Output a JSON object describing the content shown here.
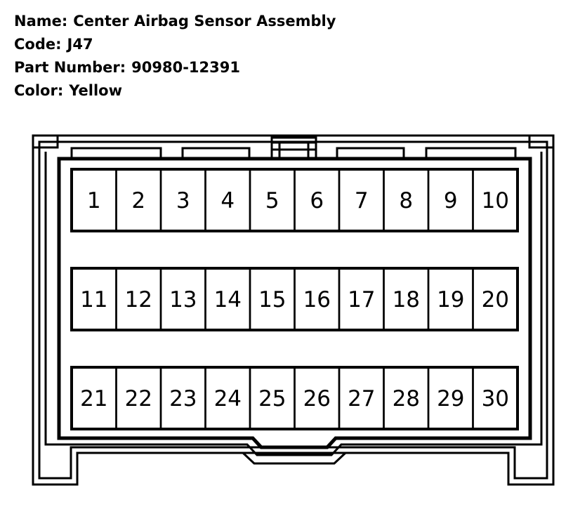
{
  "info": {
    "name_label": "Name:",
    "name_value": "Center Airbag Sensor Assembly",
    "code_label": "Code:",
    "code_value": "J47",
    "part_label": "Part Number:",
    "part_value": "90980-12391",
    "color_label": "Color:",
    "color_value": "Yellow"
  },
  "connector": {
    "rows": [
      [
        "1",
        "2",
        "3",
        "4",
        "5",
        "6",
        "7",
        "8",
        "9",
        "10"
      ],
      [
        "11",
        "12",
        "13",
        "14",
        "15",
        "16",
        "17",
        "18",
        "19",
        "20"
      ],
      [
        "21",
        "22",
        "23",
        "24",
        "25",
        "26",
        "27",
        "28",
        "29",
        "30"
      ]
    ]
  },
  "colors": {
    "line": "#000000",
    "background": "#ffffff"
  }
}
